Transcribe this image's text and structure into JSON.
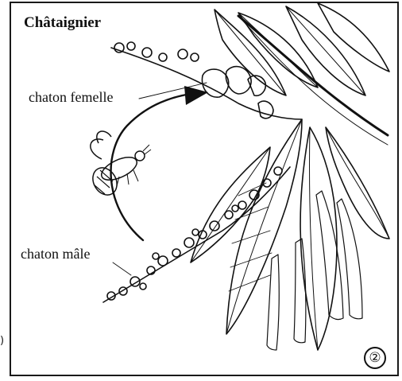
{
  "figure": {
    "title": "Châtaignier",
    "labels": {
      "female_catkin": "chaton femelle",
      "male_catkin": "chaton mâle"
    },
    "panel_number": "②",
    "edge_fragment": ")"
  },
  "icons": [
    "chestnut-branch-drawing",
    "bee-drawing",
    "pollination-arrow"
  ],
  "colors": {
    "ink": "#111111",
    "paper": "#ffffff"
  }
}
